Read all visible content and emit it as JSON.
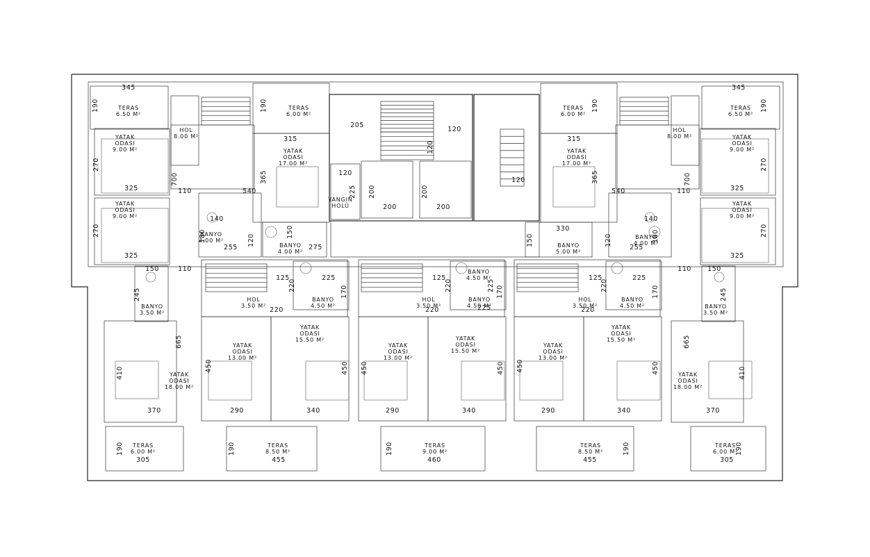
{
  "rooms": [
    {
      "lines": [
        "TERAS",
        "6.50 M²"
      ]
    },
    {
      "lines": [
        "YATAK",
        "ODASI",
        "9.00 M²"
      ]
    },
    {
      "lines": [
        "YATAK",
        "ODASI",
        "9.00 M²"
      ]
    },
    {
      "lines": [
        "BANYO",
        "3.50 M²"
      ]
    },
    {
      "lines": [
        "YATAK",
        "ODASI",
        "18.00 M²"
      ]
    },
    {
      "lines": [
        "TERAS",
        "6.00 M²"
      ]
    },
    {
      "lines": [
        "HOL",
        "8.00 M²"
      ]
    },
    {
      "lines": [
        "TERAS",
        "6.00 M²"
      ]
    },
    {
      "lines": [
        "YATAK",
        "ODASI",
        "17.00 M²"
      ]
    },
    {
      "lines": [
        "BANYO",
        "4.00 M²"
      ]
    },
    {
      "lines": [
        "BANYO",
        "4.00 M²"
      ]
    },
    {
      "lines": [
        "HOL",
        "3.50 M²"
      ]
    },
    {
      "lines": [
        "BANYO",
        "4.50 M²"
      ]
    },
    {
      "lines": [
        "YATAK",
        "ODASI",
        "13.00 M²"
      ]
    },
    {
      "lines": [
        "YATAK",
        "ODASI",
        "15.50 M²"
      ]
    },
    {
      "lines": [
        "TERAS",
        "8.50 M²"
      ]
    },
    {
      "lines": [
        "YANGIN",
        "HOLÜ"
      ]
    },
    {
      "lines": [
        "HOL",
        "3.50 M²"
      ]
    },
    {
      "lines": [
        "BANYO",
        "4.50 M²"
      ]
    },
    {
      "lines": [
        "BANYO",
        "4.50 M²"
      ]
    },
    {
      "lines": [
        "YATAK",
        "ODASI",
        "13.00 M²"
      ]
    },
    {
      "lines": [
        "YATAK",
        "ODASI",
        "15.50 M²"
      ]
    },
    {
      "lines": [
        "TERAS",
        "9.00 M²"
      ]
    },
    {
      "lines": [
        "TERAS",
        "6.00 M²"
      ]
    },
    {
      "lines": [
        "YATAK",
        "ODASI",
        "17.00 M²"
      ]
    },
    {
      "lines": [
        "BANYO",
        "5.00 M²"
      ]
    },
    {
      "lines": [
        "BANYO",
        "4.00 M²"
      ]
    },
    {
      "lines": [
        "HOL",
        "3.50 M²"
      ]
    },
    {
      "lines": [
        "BANYO",
        "4.50 M²"
      ]
    },
    {
      "lines": [
        "YATAK",
        "ODASI",
        "13.00 M²"
      ]
    },
    {
      "lines": [
        "YATAK",
        "ODASI",
        "15.50 M²"
      ]
    },
    {
      "lines": [
        "TERAS",
        "8.50 M²"
      ]
    },
    {
      "lines": [
        "TERAS",
        "6.50 M²"
      ]
    },
    {
      "lines": [
        "HOL",
        "8.00 M²"
      ]
    },
    {
      "lines": [
        "YATAK",
        "ODASI",
        "9.00 M²"
      ]
    },
    {
      "lines": [
        "YATAK",
        "ODASI",
        "9.00 M²"
      ]
    },
    {
      "lines": [
        "BANYO",
        "3.50 M²"
      ]
    },
    {
      "lines": [
        "YATAK",
        "ODASI",
        "18.00 M²"
      ]
    },
    {
      "lines": [
        "TERAS",
        "6.00 M²"
      ]
    }
  ],
  "dimensions": [
    "345",
    "190",
    "270",
    "325",
    "270",
    "325",
    "150",
    "110",
    "245",
    "665",
    "410",
    "370",
    "190",
    "305",
    "700",
    "110",
    "540",
    "190",
    "315",
    "365",
    "140",
    "180",
    "255",
    "120",
    "150",
    "275",
    "125",
    "220",
    "220",
    "225",
    "170",
    "450",
    "290",
    "450",
    "340",
    "190",
    "455",
    "205",
    "120",
    "120",
    "120",
    "225",
    "200",
    "200",
    "200",
    "200",
    "120",
    "125",
    "220",
    "220",
    "225",
    "225",
    "170",
    "450",
    "290",
    "450",
    "340",
    "190",
    "460",
    "190",
    "315",
    "365",
    "540",
    "330",
    "150",
    "120",
    "140",
    "180",
    "255",
    "125",
    "220",
    "220",
    "225",
    "170",
    "450",
    "290",
    "450",
    "340",
    "455",
    "190",
    "345",
    "190",
    "700",
    "110",
    "270",
    "325",
    "270",
    "325",
    "110",
    "150",
    "245",
    "665",
    "410",
    "370",
    "305",
    "190"
  ]
}
